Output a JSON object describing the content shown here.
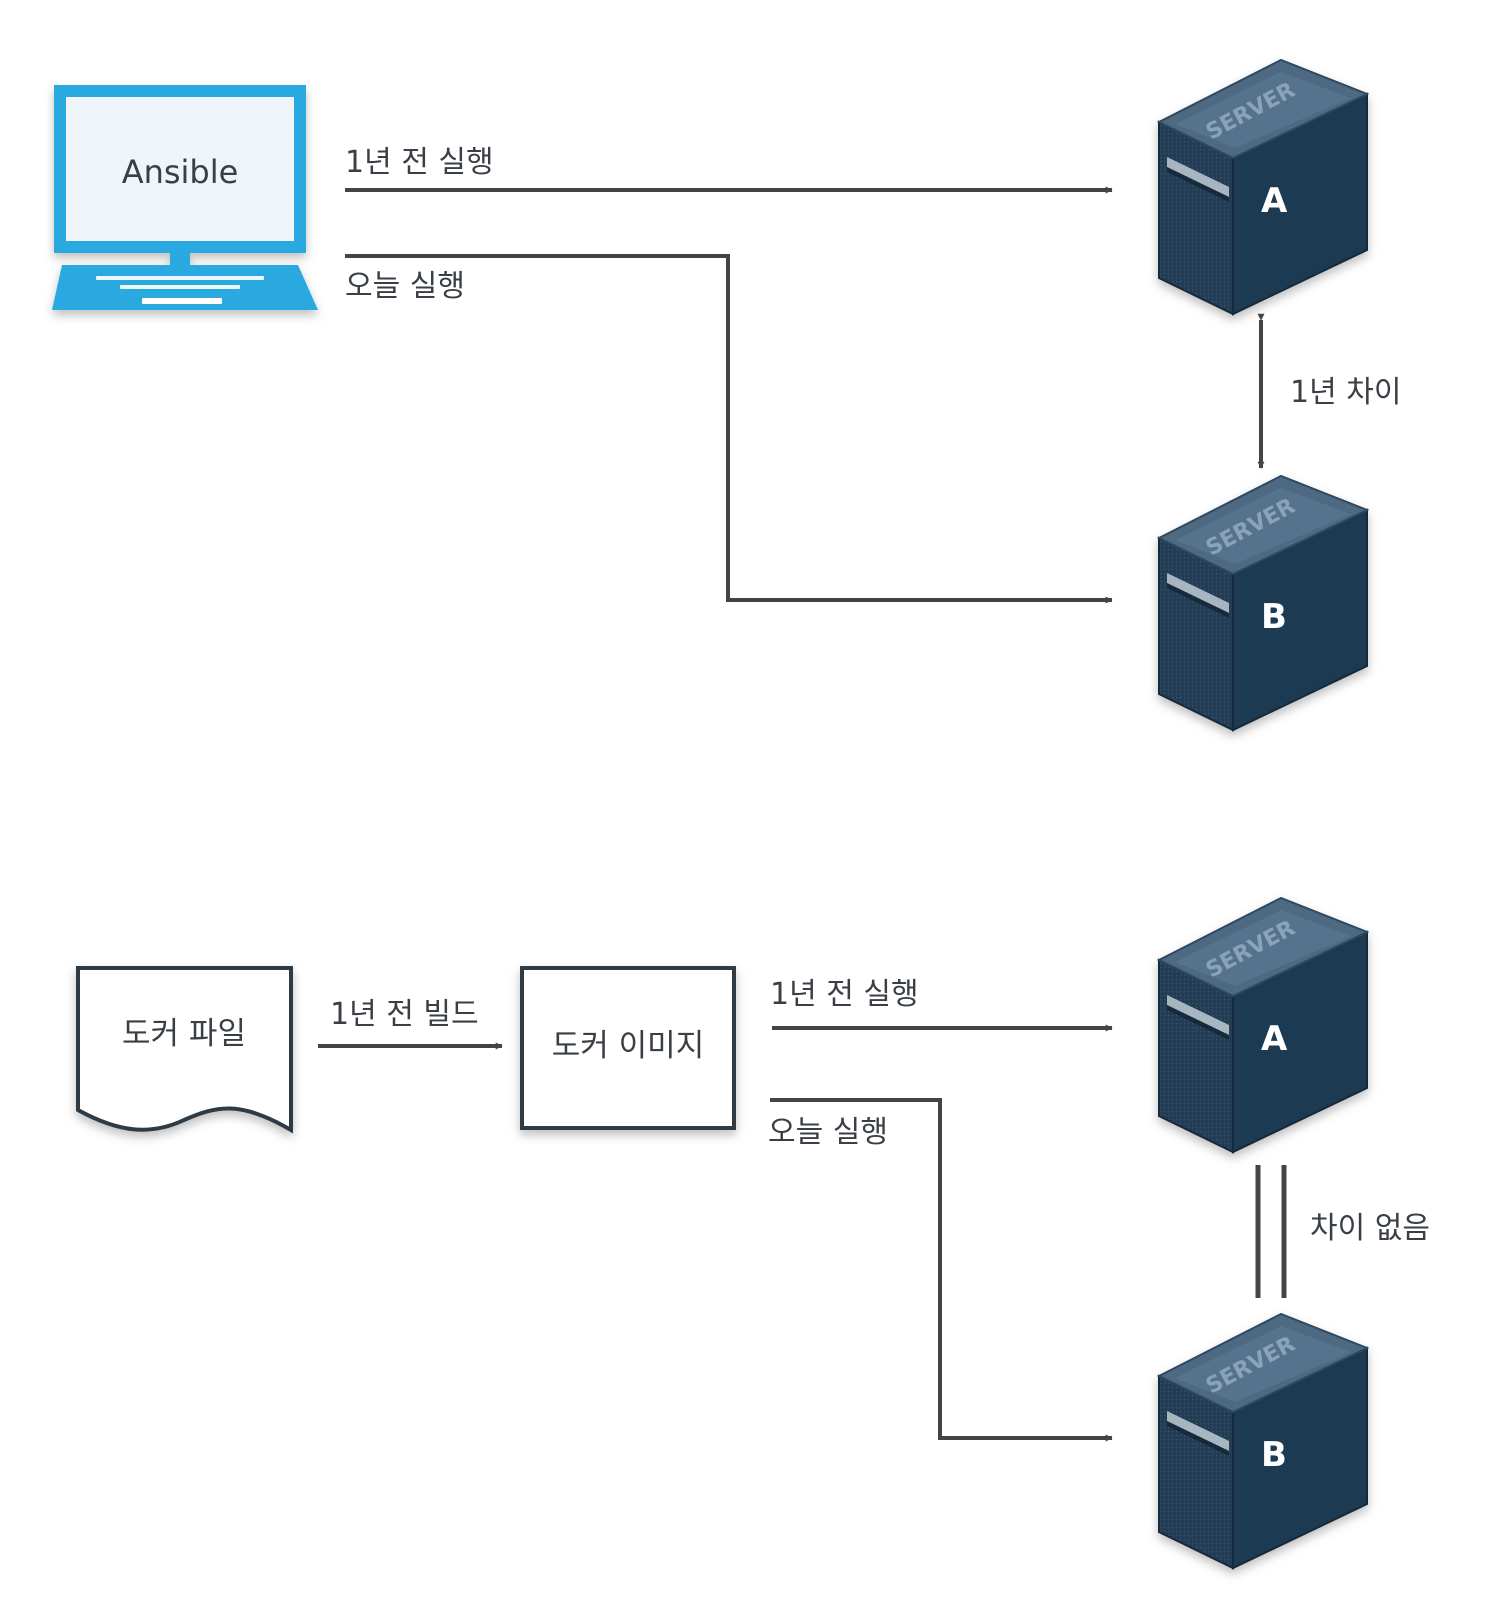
{
  "ansible_section": {
    "laptop_label": "Ansible",
    "run_year_ago": "1년 전 실행",
    "run_today": "오늘 실행",
    "difference": "1년 차이"
  },
  "docker_section": {
    "dockerfile_label": "도커 파일",
    "build_year_ago": "1년 전 빌드",
    "image_label": "도커 이미지",
    "run_year_ago": "1년 전 실행",
    "run_today": "오늘 실행",
    "difference": "차이 없음"
  },
  "servers": {
    "engraving": "SERVER",
    "a_label": "A",
    "b_label": "B"
  },
  "colors": {
    "laptop_blue": "#29a9e1",
    "arrow": "#444444",
    "server_dark": "#1f3a52",
    "server_top": "#4d6a82",
    "text": "#3a3f45"
  }
}
